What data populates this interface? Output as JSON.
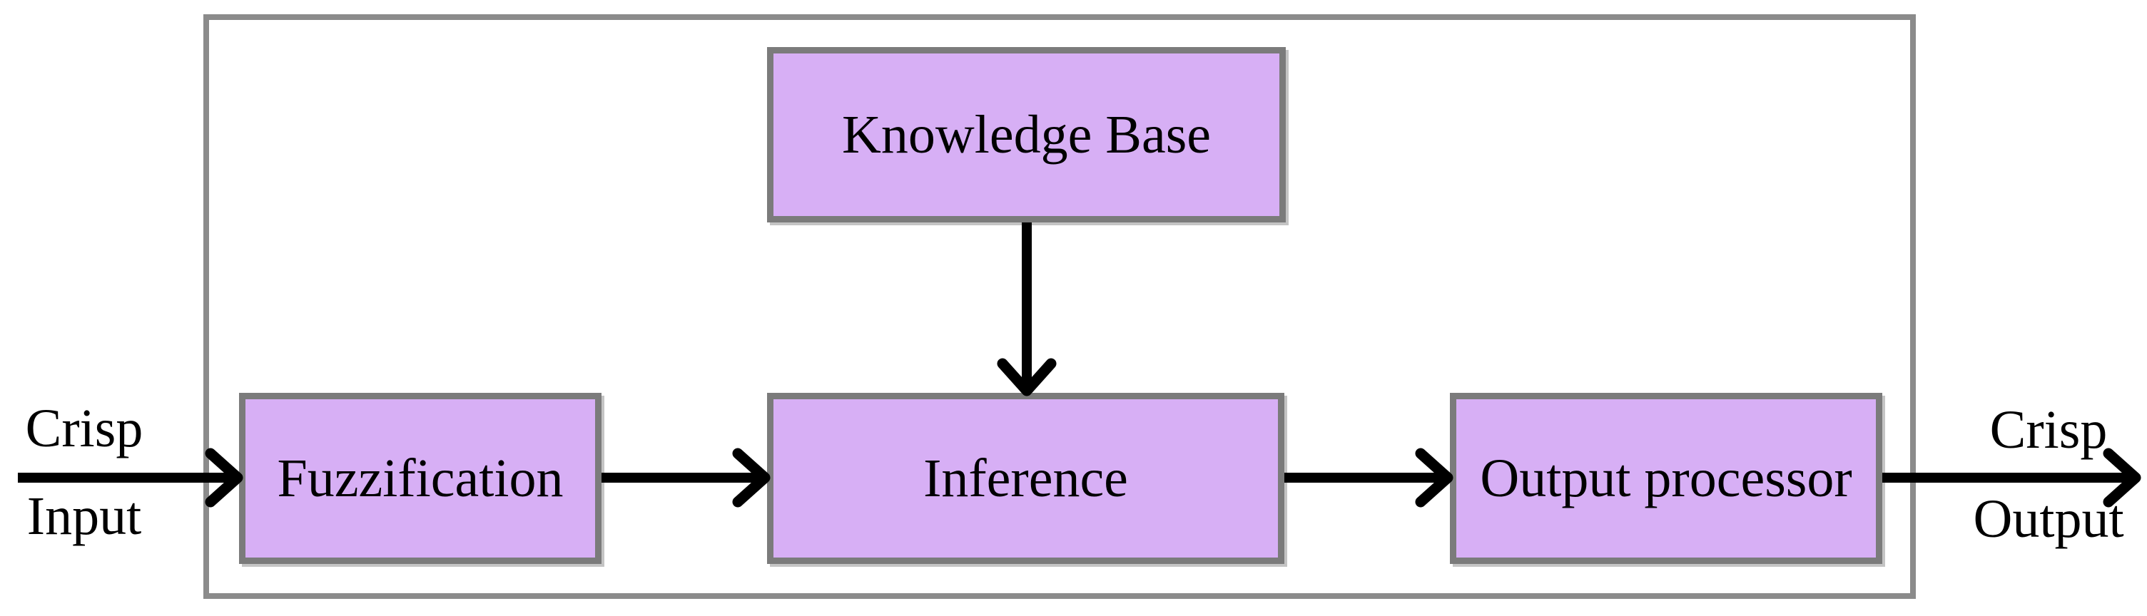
{
  "diagram": {
    "type": "flowchart",
    "nodes": [
      {
        "id": "knowledge-base",
        "label": "Knowledge Base"
      },
      {
        "id": "fuzzification",
        "label": "Fuzzification"
      },
      {
        "id": "inference",
        "label": "Inference"
      },
      {
        "id": "output-processor",
        "label": "Output processor"
      }
    ],
    "io_labels": {
      "input": {
        "line1": "Crisp",
        "line2": "Input"
      },
      "output": {
        "line1": "Crisp",
        "line2": "Output"
      }
    },
    "edges": [
      {
        "from": "crisp-input",
        "to": "fuzzification"
      },
      {
        "from": "fuzzification",
        "to": "inference"
      },
      {
        "from": "knowledge-base",
        "to": "inference"
      },
      {
        "from": "inference",
        "to": "output-processor"
      },
      {
        "from": "output-processor",
        "to": "crisp-output"
      }
    ],
    "colors": {
      "node_fill": "#d7aff5",
      "node_border": "#7b7b7b",
      "outer_border": "#8b8b8b",
      "arrow": "#000000",
      "text": "#000000",
      "background": "#ffffff"
    }
  }
}
